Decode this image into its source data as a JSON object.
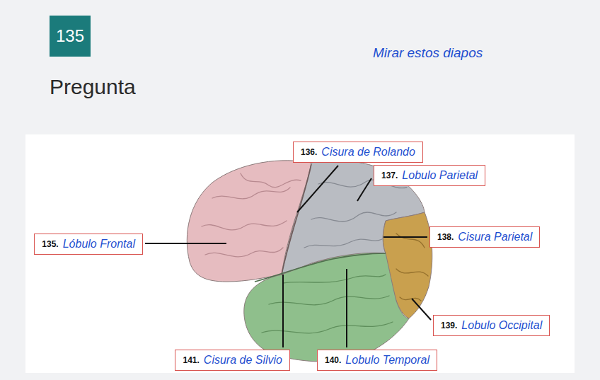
{
  "diagram": {
    "title": "Pregunta",
    "nodes": [
      {
        "text": [
          "135"
        ]
      },
      {
        "text": [
          "136.",
          "Cisura de Rolando"
        ]
      },
      {
        "text": [
          "137.",
          "Lobulo Parietal"
        ]
      },
      {
        "text": [
          "138.",
          "Cisura Parietal"
        ]
      },
      {
        "text": [
          "135.",
          "Lóbulo Frontal"
        ]
      },
      {
        "text": [
          "139.",
          "Lobulo Occipital"
        ]
      },
      {
        "text": [
          "141.",
          "Cisura de Silvio"
        ]
      },
      {
        "text": [
          "140.",
          "Lobulo Temporal"
        ]
      }
    ],
    "labels": [
      "Mirar estos diapos"
    ]
  }
}
